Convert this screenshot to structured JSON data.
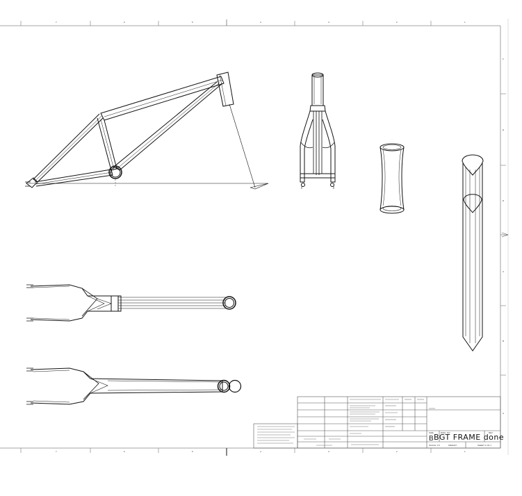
{
  "drawing": {
    "title": "BGT FRAME done",
    "size_label": "SIZE",
    "size_value": "B",
    "dwg_no_label": "DWG. NO.",
    "rev_label": "REV",
    "scale_label": "SCALE: 1:5",
    "weight_label": "WEIGHT:",
    "sheet_label": "SHEET 1 OF 1"
  },
  "colors": {
    "line": "#111111",
    "border": "#888888",
    "background": "#ffffff"
  },
  "ruler_top": [
    "7",
    "6",
    "5",
    "4",
    "3",
    "2",
    "1"
  ],
  "ruler_bottom": [
    "7",
    "6",
    "5",
    "4",
    "3",
    "2",
    "1"
  ],
  "ruler_right": [
    "F",
    "E",
    "D",
    "C",
    "B",
    "A"
  ]
}
